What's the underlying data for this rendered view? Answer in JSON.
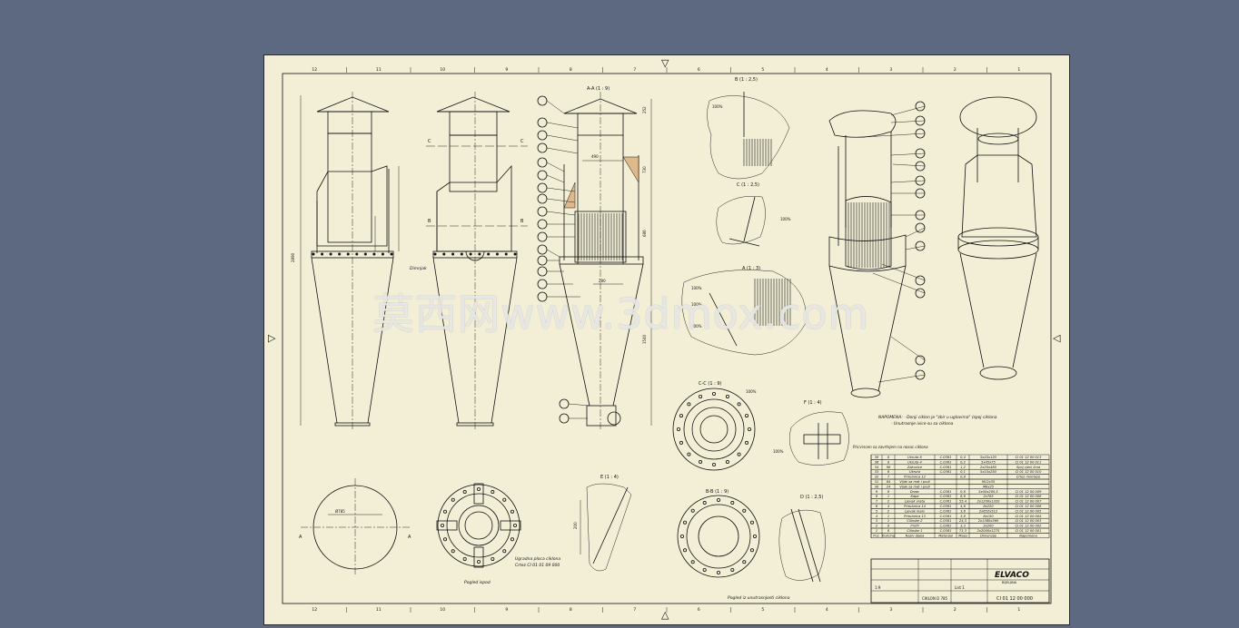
{
  "sheet": {
    "zone_numbers_top": [
      "12",
      "11",
      "10",
      "9",
      "8",
      "7",
      "6",
      "5",
      "4",
      "3",
      "2",
      "1"
    ],
    "zone_numbers_bottom": [
      "12",
      "11",
      "10",
      "9",
      "8",
      "7",
      "6",
      "5",
      "4",
      "3",
      "2",
      "1"
    ]
  },
  "views": {
    "section_aa": "A-A (1 : 9)",
    "detail_b": "B (1 : 2,5)",
    "detail_c": "C (1 : 2,5)",
    "detail_a": "A (1 : 3)",
    "section_cc": "C-C (1 : 9)",
    "detail_f": "F (1 : 4)",
    "detail_e": "E (1 : 4)",
    "section_bb": "B-B (1 : 9)",
    "detail_d": "D (1 : 2,5)",
    "caption_top": "Pogled ispod",
    "caption_bottom": "Pogled iz unutrasnjosti ciklona",
    "side_label": "Dimnjak",
    "part_note_line1": "Ugradna ploca ciklona",
    "part_note_line2": "Crtez CI 01 01 09 000",
    "weld_note": "Pricvrscen sa zavrtnjem na nosac ciklona"
  },
  "notes": {
    "line1": "NAPOMENA: - Donji ciklon je \"zbir u uglovima\" (spoj ciklona",
    "line2": "- Unutrasnje ivice su sa ciklona"
  },
  "bom": {
    "headers": [
      "Poz.",
      "Kolicina",
      "Naziv dijela",
      "Materijal",
      "Masa",
      "Dimenzije",
      "Napomena"
    ],
    "rows": [
      [
        "38",
        "8",
        "Ukruta 8",
        "C.0361",
        "0,4",
        "5x45x120",
        "CI 01 12 00 013"
      ],
      [
        "36",
        "8",
        "Ukruta 4",
        "C.0361",
        "0,2",
        "5x45x75",
        "CI 01 12 00 011"
      ],
      [
        "34",
        "98",
        "Zakovice",
        "C.0361",
        "1,2",
        "2x20x480",
        "Spoj cjevi lima"
      ],
      [
        "33",
        "6",
        "Ukruta",
        "C.0361",
        "0,1",
        "5x15x250",
        "CI 01 12 00 010"
      ],
      [
        "32",
        "7",
        "Prirubnica 12",
        "",
        "0,8",
        "",
        "Crtez montaze"
      ],
      [
        "31",
        "64",
        "Vijak sa mat i podl",
        "",
        "",
        "M12x35",
        ""
      ],
      [
        "30",
        "24",
        "Vijak sa mat i podl",
        "",
        "",
        "M8x25",
        ""
      ],
      [
        "9",
        "8",
        "Drzac",
        "C.0361",
        "0,8",
        "5x50x200,5",
        "CI 01 12 00 009"
      ],
      [
        "8",
        "1",
        "Kapa",
        "C.0361",
        "6,6",
        "2x785",
        "CI 01 12 00 008"
      ],
      [
        "7",
        "2",
        "Ljevak vrata",
        "C.0361",
        "55,4",
        "2x1200x1320",
        "CI 01 12 00 007"
      ],
      [
        "6",
        "4",
        "Prirubnica 14",
        "C.0361",
        "4,6",
        "8x220",
        "CI 01 12 00 006"
      ],
      [
        "5",
        "2",
        "Ljevak malo",
        "C.0361",
        "3,6",
        "2x652x512",
        "CI 01 12 00 005"
      ],
      [
        "4",
        "1",
        "Prirubnica 13",
        "C.0361",
        "3,8",
        "8x150",
        "CI 01 12 00 004"
      ],
      [
        "3",
        "1",
        "Cilindar 2",
        "C.0361",
        "24,5",
        "2x1360x360",
        "CI 01 12 00 003"
      ],
      [
        "2",
        "8",
        "Profil",
        "C.0361",
        "3,3",
        "2x200",
        "CI 01 12 00 002"
      ],
      [
        "1",
        "8",
        "Cilindar 1",
        "C.0361",
        "71,3",
        "2x2000x1275",
        "CI 01 12 00 001"
      ]
    ]
  },
  "title_block": {
    "company": "ELVACO",
    "company_sub": "BIJELJINA",
    "drawing_number": "CI 01 12 00 000",
    "drawing_title": "CIKLON D 785",
    "scale": "1:9",
    "sheet": "List 1"
  },
  "watermark": "莫西网www.3dmox.com"
}
